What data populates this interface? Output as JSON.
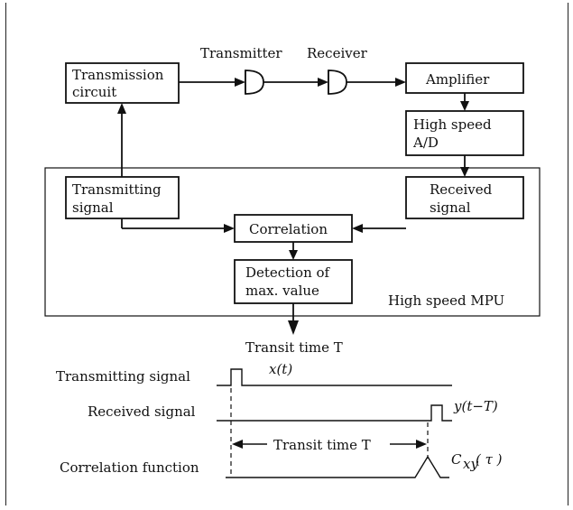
{
  "blocks": {
    "transmission_circuit": [
      "Transmission",
      "circuit"
    ],
    "transmitter": "Transmitter",
    "receiver": "Receiver",
    "amplifier": "Amplifier",
    "adc": [
      "High speed",
      "A/D"
    ],
    "transmitting_signal": [
      "Transmitting",
      "signal"
    ],
    "received_signal": [
      "Received",
      "signal"
    ],
    "correlation": "Correlation",
    "detection": [
      "Detection of",
      "max. value"
    ],
    "mpu": "High speed MPU",
    "output": "Transit time T"
  },
  "timing": {
    "row1_label": "Transmitting signal",
    "row1_fn": "x(t)",
    "row2_label": "Received signal",
    "row2_fn": "y(t−T)",
    "row3_label": "Correlation function",
    "row3_fn": "C",
    "row3_fn_sub": "xy",
    "row3_fn_arg": "( τ )",
    "span_label": "Transit time T"
  }
}
